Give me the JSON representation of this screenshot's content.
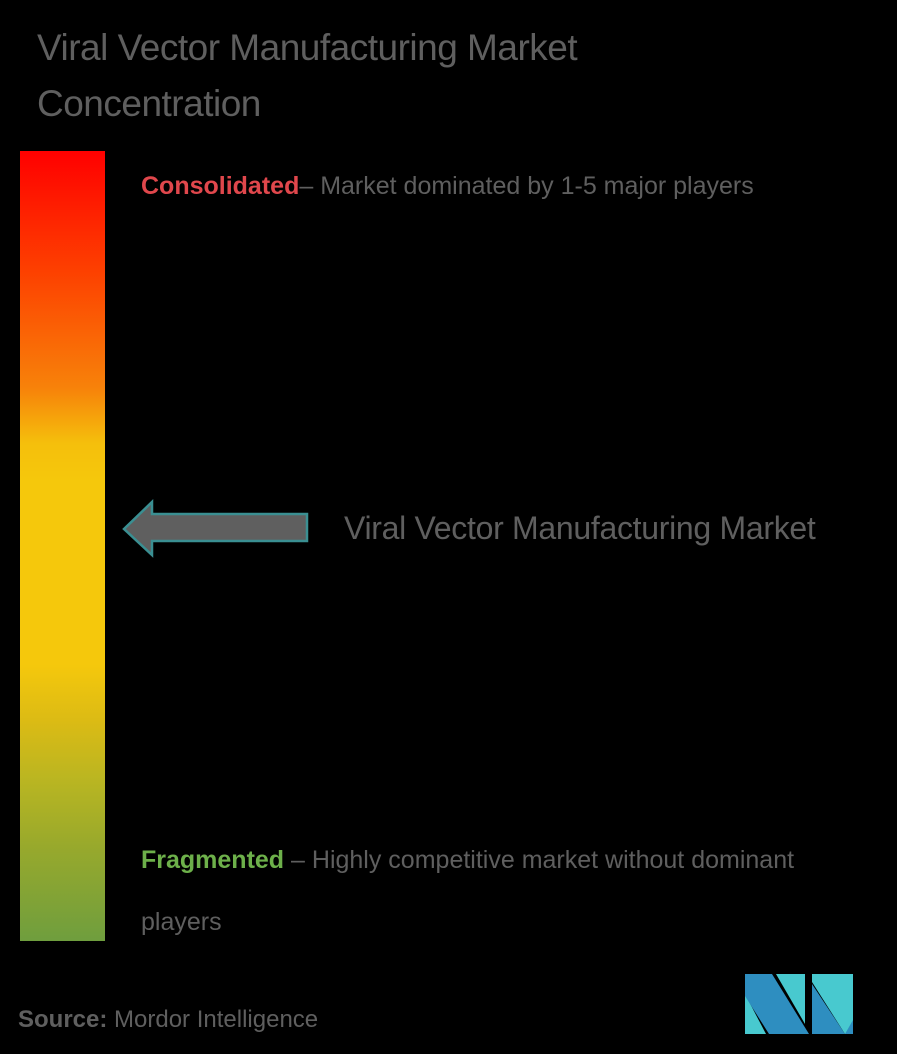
{
  "title": "Viral Vector Manufacturing Market Concentration",
  "scale": {
    "top_color": "#ff0000",
    "middle_color": "#f5c80c",
    "bottom_color": "#6f9e3e"
  },
  "consolidated": {
    "label": "Consolidated",
    "color": "#e0474c",
    "description": "– Market dominated by 1-5 major players"
  },
  "fragmented": {
    "label": "Fragmented",
    "color": "#6db04a",
    "description": " – Highly competitive market without dominant players"
  },
  "indicator": {
    "label": "Viral Vector Manufacturing Market",
    "arrow_fill": "#5f5f5f",
    "arrow_stroke": "#3a8f92",
    "icon": "left-arrow-icon"
  },
  "source": {
    "key": "Source:",
    "value": " Mordor Intelligence"
  },
  "logo": {
    "icon": "mordor-intelligence-logo",
    "colors": [
      "#2e8ec0",
      "#48c9cf"
    ]
  }
}
